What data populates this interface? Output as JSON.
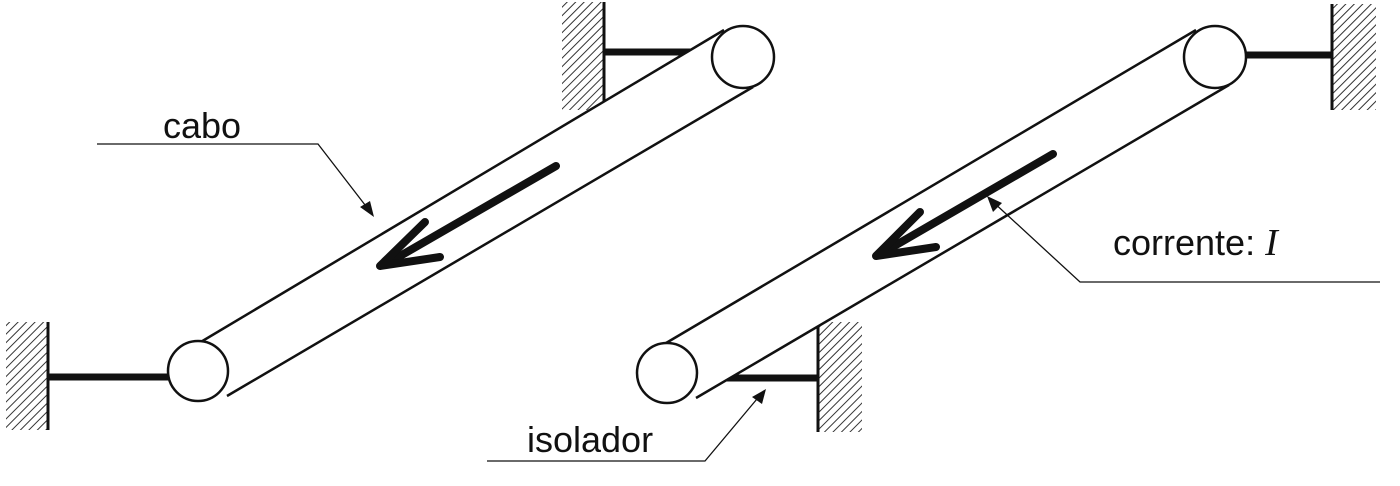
{
  "labels": {
    "cable": "cabo",
    "current_prefix": "corrente: ",
    "current_symbol": "I",
    "insulator": "isolador"
  },
  "colors": {
    "stroke": "#111111",
    "background": "#ffffff",
    "hatch": "#333333"
  }
}
